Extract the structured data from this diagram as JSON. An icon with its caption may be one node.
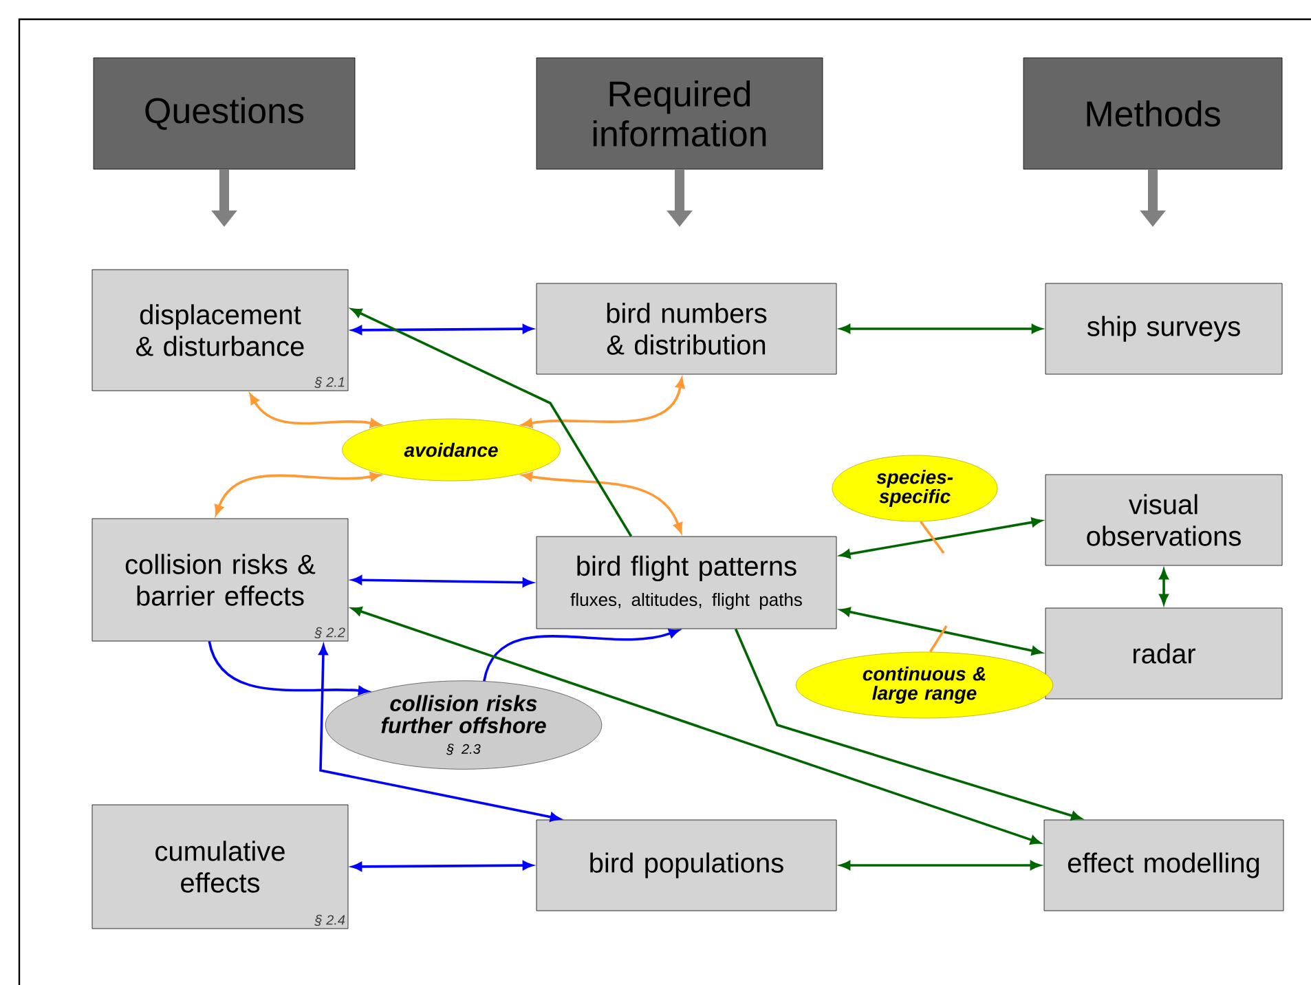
{
  "diagram": {
    "nodes": [
      {
        "text": [
          "Questions"
        ]
      },
      {
        "text": [
          "Required information"
        ]
      },
      {
        "text": [
          "Methods"
        ]
      },
      {
        "text": [
          "displacement & disturbance",
          "§ 2.1"
        ]
      },
      {
        "text": [
          "bird numbers & distribution"
        ]
      },
      {
        "text": [
          "ship surveys"
        ]
      },
      {
        "text": [
          "avoidance"
        ]
      },
      {
        "text": [
          "species-specific"
        ]
      },
      {
        "text": [
          "visual observations"
        ]
      },
      {
        "text": [
          "collision risks & barrier effects",
          "§ 2.2"
        ]
      },
      {
        "text": [
          "bird flight patterns",
          "fluxes, altitudes, flight paths"
        ]
      },
      {
        "text": [
          "radar"
        ]
      },
      {
        "text": [
          "collision risks further offshore",
          "§ 2.3"
        ]
      },
      {
        "text": [
          "continuous & large range"
        ]
      },
      {
        "text": [
          "cumulative effects",
          "§ 2.4"
        ]
      },
      {
        "text": [
          "bird populations"
        ]
      },
      {
        "text": [
          "effect modelling"
        ]
      }
    ],
    "edges": [
      {
        "from": 0,
        "to": null,
        "arrow": "to",
        "style": "thick",
        "color": "#808080"
      },
      {
        "from": 1,
        "to": null,
        "arrow": "to",
        "style": "thick",
        "color": "#808080"
      },
      {
        "from": 2,
        "to": null,
        "arrow": "to",
        "style": "thick",
        "color": "#808080"
      },
      {
        "from": 3,
        "to": 4,
        "arrow": "both",
        "color": "#0000ff"
      },
      {
        "from": 4,
        "to": 5,
        "arrow": "both",
        "color": "#006600"
      },
      {
        "from": 6,
        "to": 3,
        "arrow": "both",
        "color": "#ff9933"
      },
      {
        "from": 6,
        "to": 4,
        "arrow": "both",
        "color": "#ff9933"
      },
      {
        "from": 6,
        "to": 9,
        "arrow": "both",
        "color": "#ff9933"
      },
      {
        "from": 6,
        "to": 10,
        "arrow": "both",
        "color": "#ff9933"
      },
      {
        "from": 10,
        "to": 3,
        "arrow": "to",
        "color": "#006600"
      },
      {
        "from": 9,
        "to": 10,
        "arrow": "both",
        "color": "#0000ff"
      },
      {
        "from": 10,
        "to": 8,
        "arrow": "both",
        "color": "#006600"
      },
      {
        "from": 10,
        "to": 11,
        "arrow": "both",
        "color": "#006600"
      },
      {
        "from": 8,
        "to": 11,
        "arrow": "both",
        "color": "#006600"
      },
      {
        "from": 7,
        "to": null,
        "arrow": "none",
        "color": "#ff9933"
      },
      {
        "from": 13,
        "to": null,
        "arrow": "none",
        "color": "#ff9933"
      },
      {
        "from": 9,
        "to": 12,
        "arrow": "to",
        "color": "#0000ff"
      },
      {
        "from": 12,
        "to": 10,
        "arrow": "to",
        "color": "#0000ff"
      },
      {
        "from": 9,
        "to": 15,
        "arrow": "both",
        "color": "#0000ff"
      },
      {
        "from": 14,
        "to": 15,
        "arrow": "both",
        "color": "#0000ff"
      },
      {
        "from": 15,
        "to": 16,
        "arrow": "both",
        "color": "#006600"
      },
      {
        "from": 9,
        "to": 16,
        "arrow": "both",
        "color": "#006600"
      },
      {
        "from": 10,
        "to": 16,
        "arrow": "to",
        "color": "#006600"
      }
    ]
  }
}
